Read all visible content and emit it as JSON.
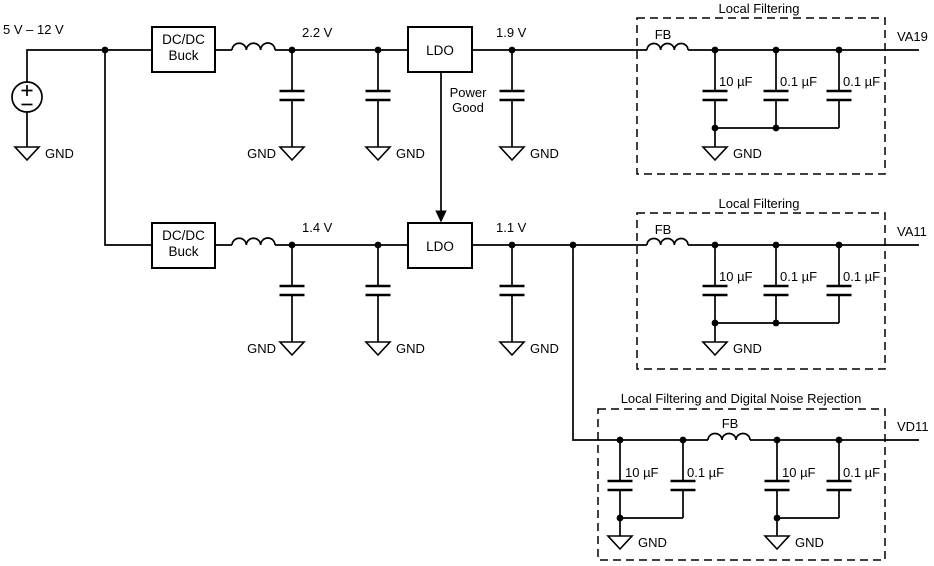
{
  "labels": {
    "source": "5 V – 12 V",
    "gnd": "GND",
    "fb": "FB",
    "ldo": "LDO",
    "buck_line1": "DC/DC",
    "buck_line2": "Buck",
    "power_good_line1": "Power",
    "power_good_line2": "Good",
    "cap_10uf": "10 µF",
    "cap_0p1uf": "0.1 µF"
  },
  "rails": {
    "rail1": {
      "pre_ldo_voltage": "2.2 V",
      "post_ldo_voltage": "1.9 V",
      "output": "VA19"
    },
    "rail2": {
      "pre_ldo_voltage": "1.4 V",
      "post_ldo_voltage": "1.1 V",
      "output": "VA11"
    },
    "rail3": {
      "output": "VD11"
    }
  },
  "filters": {
    "analog_title": "Local Filtering",
    "digital_title": "Local Filtering and Digital Noise Rejection"
  },
  "colors": {
    "line": "#000000",
    "background": "#ffffff"
  }
}
